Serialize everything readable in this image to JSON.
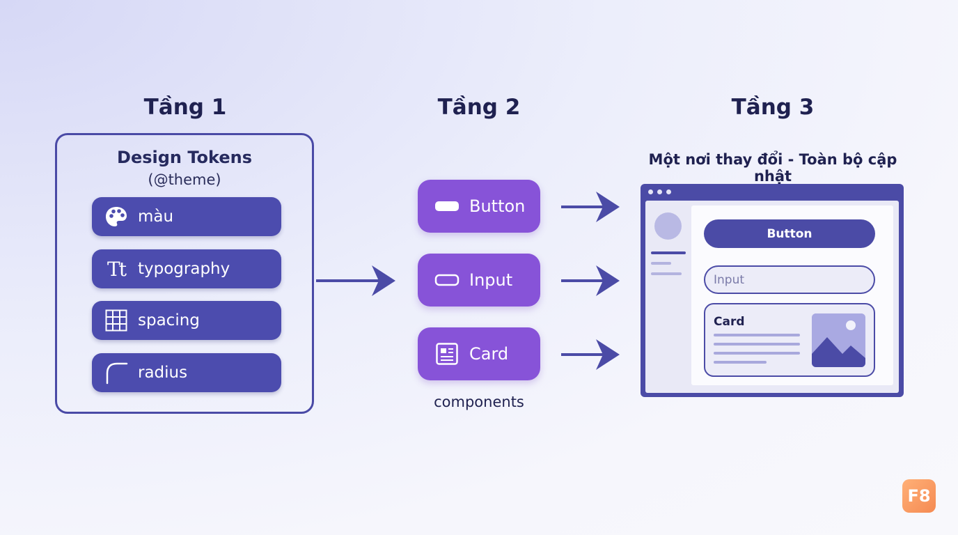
{
  "tiers": [
    {
      "title": "Tầng 1"
    },
    {
      "title": "Tầng 2"
    },
    {
      "title": "Tầng 3"
    }
  ],
  "tokens": {
    "title": "Design Tokens",
    "subtitle": "(@theme)",
    "items": [
      {
        "label": "màu",
        "icon": "palette-icon"
      },
      {
        "label": "typography",
        "icon": "typography-icon",
        "glyph": "Tt"
      },
      {
        "label": "spacing",
        "icon": "grid-icon"
      },
      {
        "label": "radius",
        "icon": "radius-icon"
      }
    ]
  },
  "components": {
    "items": [
      {
        "label": "Button",
        "icon": "button-shape-icon"
      },
      {
        "label": "Input",
        "icon": "input-shape-icon"
      },
      {
        "label": "Card",
        "icon": "card-icon"
      }
    ],
    "caption": "components"
  },
  "result": {
    "caption": "Một nơi thay đổi - Toàn bộ cập nhật",
    "button_label": "Button",
    "input_placeholder": "Input",
    "card_title": "Card"
  },
  "logo": {
    "text": "F8"
  },
  "colors": {
    "token_fill": "#4c4cae",
    "component_fill": "#8753d8",
    "arrow": "#4b4ba6",
    "accent_logo": "#f7955e"
  }
}
